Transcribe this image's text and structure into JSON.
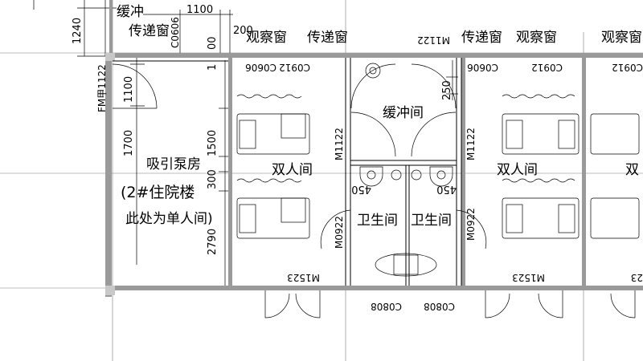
{
  "labels": {
    "buffer_top": "缓冲",
    "pass_window_top": "传递窗",
    "observe_1": "观察窗",
    "pass_1": "传递窗",
    "pass_2": "传递窗",
    "observe_2": "观察窗",
    "observe_3": "观察窗",
    "buffer_room": "缓冲间",
    "double_room_1": "双人间",
    "double_room_2": "双人间",
    "double_room_3": "双",
    "pump_room": "吸引泵房",
    "building_note": "(2#住院楼",
    "single_note": "此处为单人间)",
    "toilet_1": "卫生间",
    "toilet_2": "卫生间"
  },
  "dimensions": {
    "d1240": "1240",
    "d1100_top": "1100",
    "d200": "200",
    "d00": "00",
    "d1": "1",
    "d1100_side": "1100",
    "d1700": "1700",
    "d1500": "1500",
    "d300": "300",
    "d2790": "2790",
    "d450_a": "450",
    "d450_b": "450",
    "d250": "250"
  },
  "codes": {
    "c0606_top": "C0606",
    "fm1122": "FM甲1122",
    "c0912_a": "C0912",
    "c0606_a": "C0606",
    "m1122_top": "M1122",
    "c0606_b": "C0606",
    "c0912_b": "C0912",
    "c0912_c": "C0912",
    "m1122_l": "M1122",
    "m1122_r": "M1122",
    "m0922_l": "M0922",
    "m0922_r": "M0922",
    "m1523_a": "M1523",
    "m1523_b": "M1523",
    "m1523_c": "23",
    "c0808_a": "C0808",
    "c0808_b": "C0808"
  }
}
